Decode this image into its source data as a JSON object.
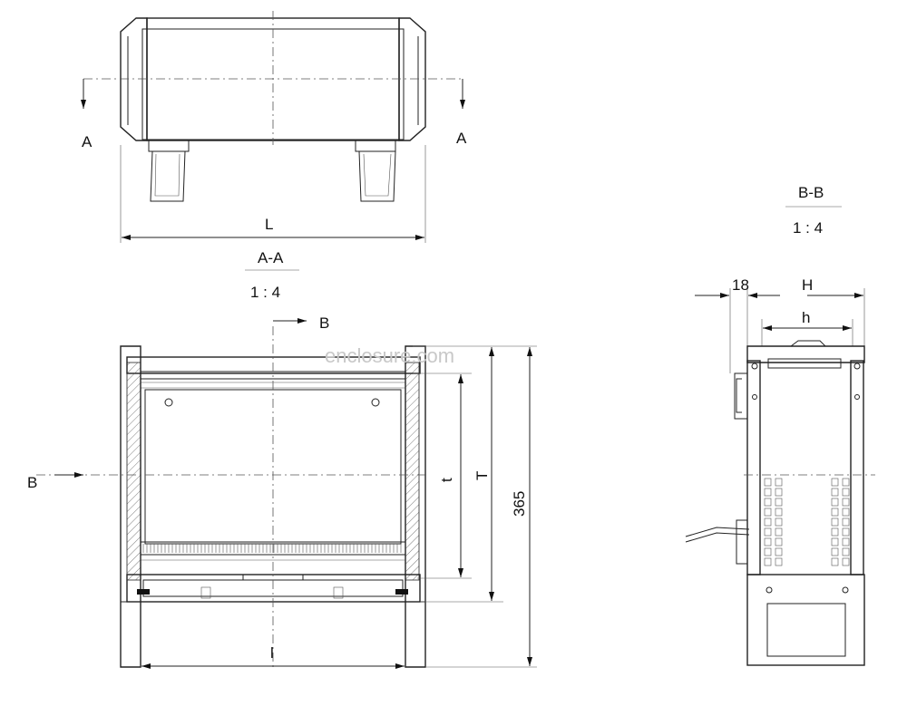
{
  "top_view": {
    "section_marker_left": "A",
    "section_marker_right": "A",
    "length_dim": "L"
  },
  "section_a": {
    "title": "A-A",
    "scale": "1 : 4",
    "cut_marker_top": "B",
    "cut_marker_left": "B",
    "inner_length_dim": "l",
    "inner_depth_dim": "t",
    "outer_depth_dim": "T",
    "overall_dim": "365"
  },
  "section_b": {
    "title": "B-B",
    "scale": "1 : 4",
    "side_dim": "18",
    "height_dim": "H",
    "inner_height_dim": "h"
  },
  "watermark": "enclosure.com"
}
